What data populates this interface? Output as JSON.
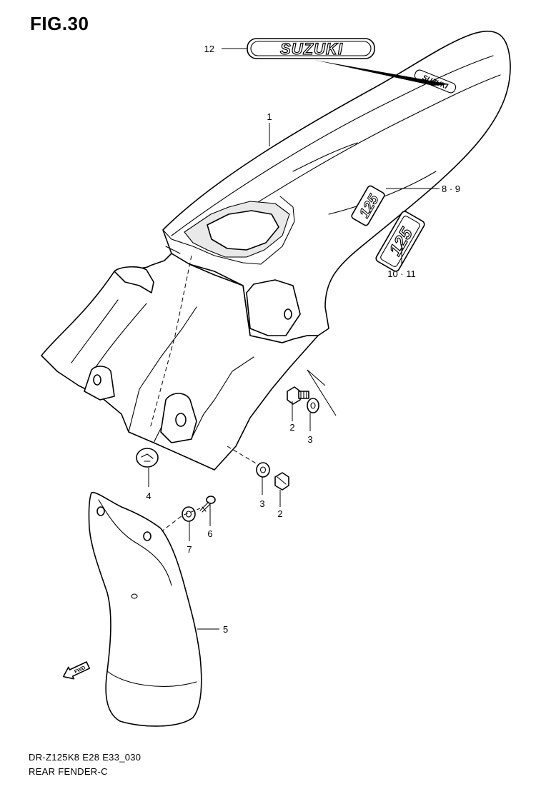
{
  "figure": {
    "title": "FIG.30"
  },
  "footer": {
    "line1": "DR-Z125K8 E28 E33_030",
    "line2": "REAR FENDER-C"
  },
  "emblems": {
    "logo_large": "SUZUKI",
    "logo_small": "SUZUKI",
    "model_decal": "125",
    "fwd_arrow": "FWD"
  },
  "callouts": [
    {
      "id": "c12",
      "label": "12"
    },
    {
      "id": "c1",
      "label": "1"
    },
    {
      "id": "c8_9",
      "label": "8 · 9"
    },
    {
      "id": "c10_11",
      "label": "10 · 11"
    },
    {
      "id": "c2a",
      "label": "2"
    },
    {
      "id": "c3a",
      "label": "3"
    },
    {
      "id": "c4",
      "label": "4"
    },
    {
      "id": "c3b",
      "label": "3"
    },
    {
      "id": "c2b",
      "label": "2"
    },
    {
      "id": "c6",
      "label": "6"
    },
    {
      "id": "c7",
      "label": "7"
    },
    {
      "id": "c5",
      "label": "5"
    }
  ]
}
